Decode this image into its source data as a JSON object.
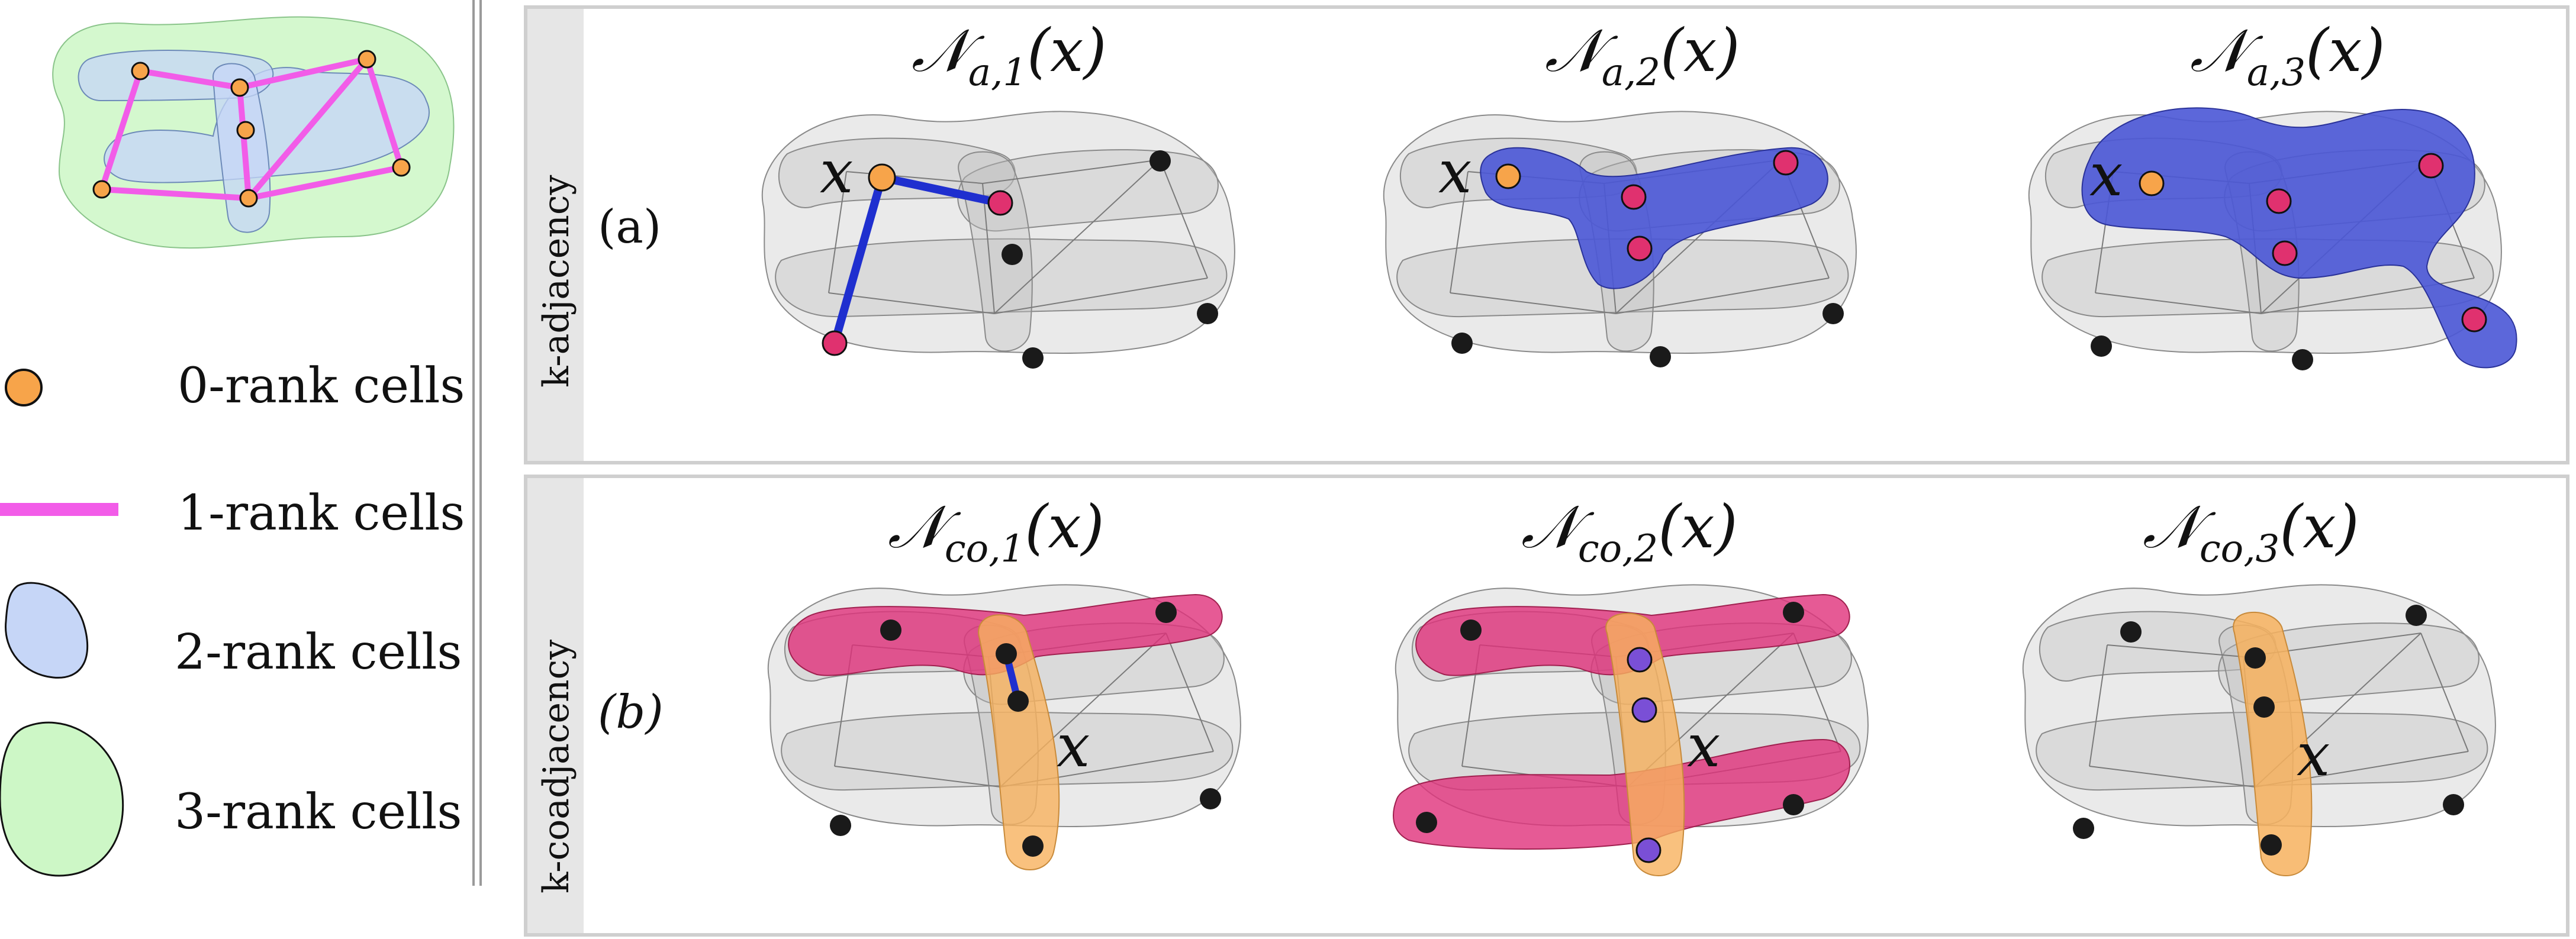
{
  "legend": {
    "items": [
      {
        "label": "0-rank cells",
        "icon": "orange-node-icon",
        "color": "#f7a44a"
      },
      {
        "label": "1-rank cells",
        "icon": "pink-edge-icon",
        "color": "#f25ce8"
      },
      {
        "label": "2-rank cells",
        "icon": "blue-blob-icon",
        "color": "#c6d6f7"
      },
      {
        "label": "3-rank cells",
        "icon": "green-blob-icon",
        "color": "#cdf7c6"
      }
    ]
  },
  "rows": [
    {
      "side_label": "k-adjacency",
      "tag": "(a)",
      "panels": [
        {
          "title": "𝒩",
          "sub": "a,1",
          "arg": "(x)",
          "x_label": "x"
        },
        {
          "title": "𝒩",
          "sub": "a,2",
          "arg": "(x)",
          "x_label": "x"
        },
        {
          "title": "𝒩",
          "sub": "a,3",
          "arg": "(x)",
          "x_label": "x"
        }
      ]
    },
    {
      "side_label": "k-coadjacency",
      "tag": "(b)",
      "panels": [
        {
          "title": "𝒩",
          "sub": "co,1",
          "arg": "(x)",
          "x_label": "x"
        },
        {
          "title": "𝒩",
          "sub": "co,2",
          "arg": "(x)",
          "x_label": "x"
        },
        {
          "title": "𝒩",
          "sub": "co,3",
          "arg": "(x)",
          "x_label": "x"
        }
      ]
    }
  ],
  "colors": {
    "node_orange": "#f7a44a",
    "node_magenta": "#e0316f",
    "node_black": "#1a1a1a",
    "node_purple": "#7a4fd6",
    "edge_pink": "#f25ce8",
    "edge_blue": "#1f2fcf",
    "blob_blue_fill": "#4a57d6",
    "blob_magenta_fill": "#e0317a",
    "blob_orange_fill": "#f7b25e",
    "gray_blob": "#d9d9d9",
    "frame": "#cfcfcf",
    "side_band": "#e6e6e6"
  }
}
